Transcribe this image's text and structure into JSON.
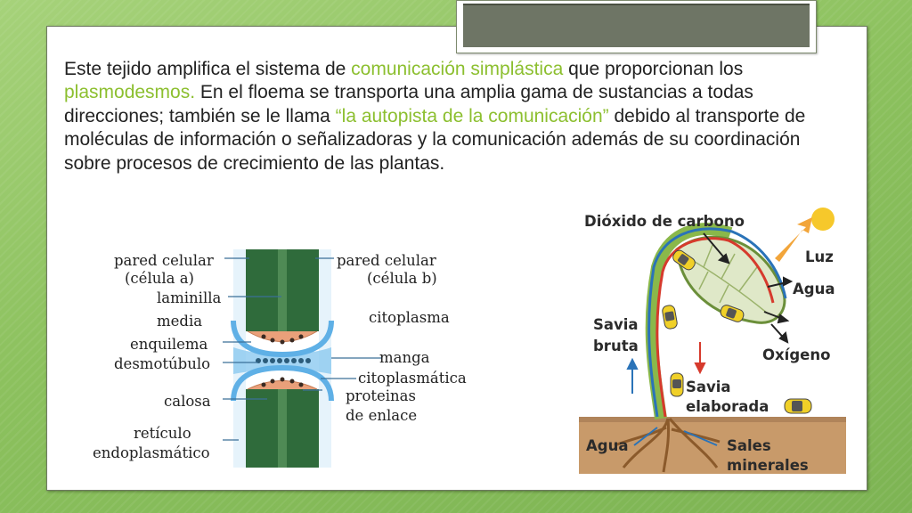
{
  "paragraph": [
    {
      "text": "Este tejido amplifica  el sistema de ",
      "highlight": false
    },
    {
      "text": "comunicación simplástica",
      "highlight": true
    },
    {
      "text": " que proporcionan los ",
      "highlight": false
    },
    {
      "text": "plasmodesmos.",
      "highlight": true
    },
    {
      "text": "  En el floema se transporta una amplia gama de sustancias a todas direcciones; también se le llama ",
      "highlight": false
    },
    {
      "text": "“la autopista de la comunicación”",
      "highlight": true
    },
    {
      "text": " debido al transporte de moléculas de información o señalizadoras y la comunicación además de su coordinación sobre procesos de crecimiento de las plantas.",
      "highlight": false
    }
  ],
  "colors": {
    "highlight": "#8cbf2f",
    "background": "#8cc15e",
    "wall": "#2f6b3b",
    "membrane": "#5fb0e6",
    "callose": "#e9a07a"
  },
  "plasmodesma_labels": {
    "pared_a_1": "pared celular",
    "pared_a_2": "(célula a)",
    "laminilla_1": "laminilla",
    "laminilla_2": "media",
    "enquilema": "enquilema",
    "desmotubulo": "desmotúbulo",
    "calosa": "calosa",
    "reticulo_1": "retículo",
    "reticulo_2": "endoplasmático",
    "pared_b_1": "pared celular",
    "pared_b_2": "(célula b)",
    "citoplasma": "citoplasma",
    "manga_1": "manga",
    "manga_2": "citoplasmática",
    "proteinas_1": "proteinas",
    "proteinas_2": "de enlace"
  },
  "plant_labels": {
    "co2": "Dióxido de carbono",
    "luz": "Luz",
    "agua_leaf": "Agua",
    "oxigeno": "Oxígeno",
    "savia_bruta_1": "Savia",
    "savia_bruta_2": "bruta",
    "savia_elab_1": "Savia",
    "savia_elab_2": "elaborada",
    "agua_root": "Agua",
    "sales_1": "Sales",
    "sales_2": "minerales"
  },
  "icons": [
    "sun-icon",
    "car-icon"
  ]
}
